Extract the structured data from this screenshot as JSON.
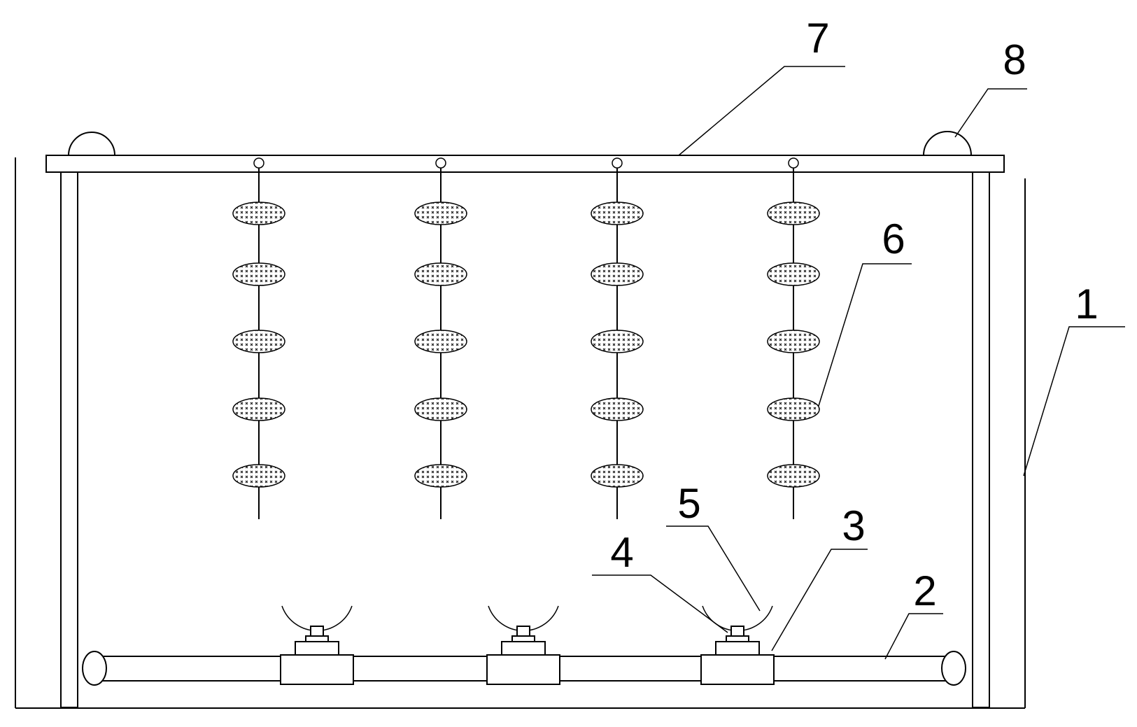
{
  "figure": {
    "callouts": [
      {
        "id": "1",
        "label": "1"
      },
      {
        "id": "2",
        "label": "2"
      },
      {
        "id": "3",
        "label": "3"
      },
      {
        "id": "4",
        "label": "4"
      },
      {
        "id": "5",
        "label": "5"
      },
      {
        "id": "6",
        "label": "6"
      },
      {
        "id": "7",
        "label": "7"
      },
      {
        "id": "8",
        "label": "8"
      }
    ],
    "hanging_rods": 4,
    "carriers_per_rod": 5,
    "tee_fittings": 3
  }
}
